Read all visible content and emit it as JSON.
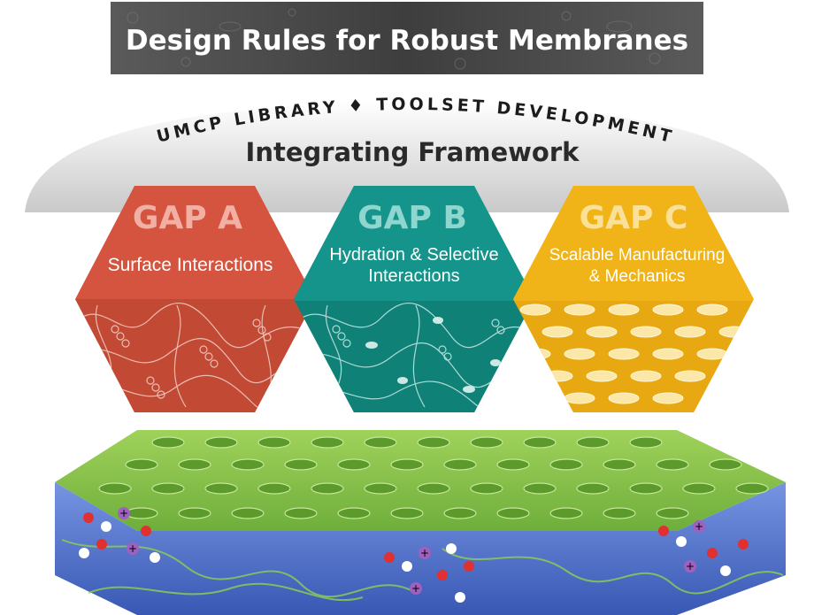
{
  "banner": {
    "title": "Design Rules for Robust Membranes"
  },
  "framework": {
    "arc_label": "UMCP LIBRARY ♦ TOOLSET DEVELOPMENT",
    "title": "Integrating Framework"
  },
  "gaps": [
    {
      "title": "GAP A",
      "line1": "Surface Interactions",
      "line2": "",
      "color": "#d4543f"
    },
    {
      "title": "GAP B",
      "line1": "Hydration & Selective",
      "line2": "Interactions",
      "color": "#14948a"
    },
    {
      "title": "GAP C",
      "line1": "Scalable Manufacturing",
      "line2": "& Mechanics",
      "color": "#f0b418"
    }
  ],
  "colors": {
    "banner_bg": "#4a4a4a",
    "arc_gradient_top": "#ffffff",
    "arc_gradient_bottom": "#c9c9c9",
    "membrane_top": "#7fbf4a",
    "membrane_side": "#3f67c9",
    "ion_red": "#e03030",
    "ion_purple": "#a060c0"
  }
}
